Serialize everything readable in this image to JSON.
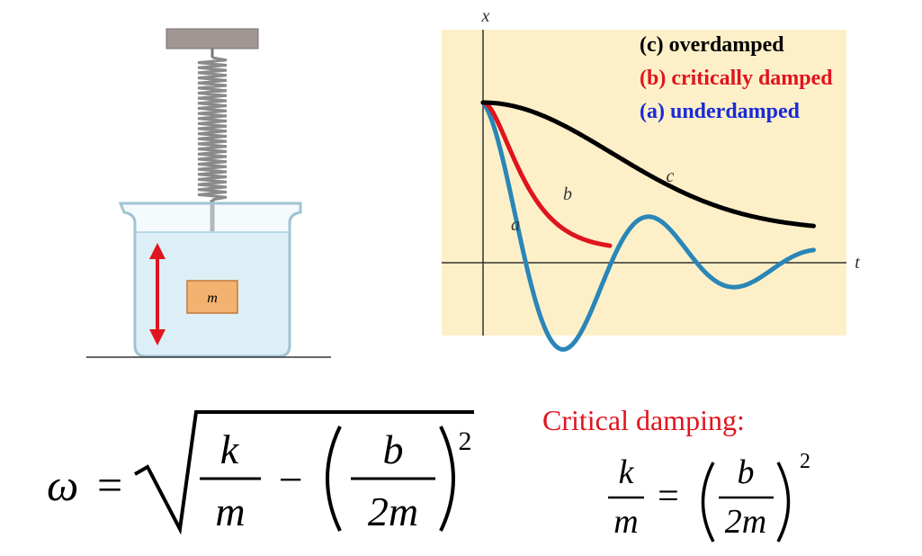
{
  "apparatus": {
    "mass_label": "m"
  },
  "graph": {
    "x_axis_label": "x",
    "t_axis_label": "t",
    "curve_labels": {
      "a": "a",
      "b": "b",
      "c": "c"
    },
    "legend": [
      {
        "text": "(c) overdamped",
        "color": "#000000"
      },
      {
        "text": "(b) critically damped",
        "color": "#e0141e"
      },
      {
        "text": "(a) underdamped",
        "color": "#1a2bd6"
      }
    ],
    "colors": {
      "background": "#fdf0c8",
      "overdamped": "#000000",
      "critical": "#e0141e",
      "underdamped": "#2a86b8"
    }
  },
  "formula_main": {
    "omega": "ω",
    "equals": "=",
    "k": "k",
    "m": "m",
    "minus": "−",
    "b": "b",
    "two_m": "2m",
    "exponent": "2"
  },
  "critical": {
    "title": "Critical damping:",
    "title_color": "#e0141e",
    "k": "k",
    "m": "m",
    "equals": "=",
    "b": "b",
    "two_m": "2m",
    "exponent": "2"
  }
}
